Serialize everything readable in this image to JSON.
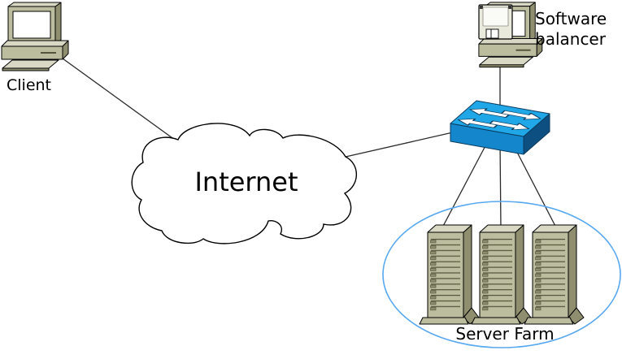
{
  "diagram": {
    "nodes": {
      "client": {
        "label": "Client"
      },
      "internet": {
        "label": "Internet"
      },
      "balancer": {
        "label_line1": "Software",
        "label_line2": "balancer"
      },
      "server_farm": {
        "label": "Server Farm",
        "server_count": 3
      }
    },
    "connections": [
      {
        "from": "client",
        "to": "internet"
      },
      {
        "from": "internet",
        "to": "switch"
      },
      {
        "from": "balancer",
        "to": "switch"
      },
      {
        "from": "switch",
        "to": "server-1"
      },
      {
        "from": "switch",
        "to": "server-2"
      },
      {
        "from": "switch",
        "to": "server-3"
      }
    ]
  },
  "colors": {
    "computer-body": "#bcbc9e",
    "computer-body-light": "#d8d8c4",
    "computer-body-dark": "#8f8f70",
    "screen": "#ffffff",
    "outline": "#000000",
    "slot-line": "#55553d",
    "switch-top": "#1fa7e8",
    "switch-front": "#1486cc",
    "switch-side": "#0d4f80",
    "switch-arrow": "#ffffff",
    "switch-outline": "#0a3a5c",
    "cloud-fill": "#ffffff",
    "link-line": "#2a2a2a",
    "farm-ellipse": "#58a8f0",
    "floppy-body": "#e9e9dc",
    "label-text": "#000000"
  }
}
